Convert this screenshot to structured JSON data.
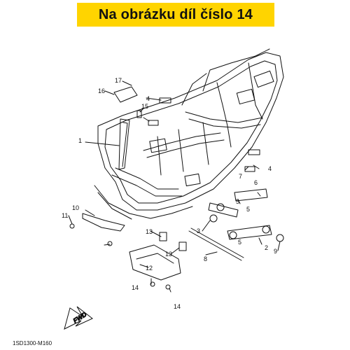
{
  "header": {
    "title": "Na obrázku díl číslo 14"
  },
  "footer": {
    "diagram_code": "1SD1300-M160"
  },
  "fwd_arrow": {
    "label": "FWD"
  },
  "callouts": [
    {
      "id": "c1",
      "text": "1"
    },
    {
      "id": "c2",
      "text": "2"
    },
    {
      "id": "c3",
      "text": "3"
    },
    {
      "id": "c4a",
      "text": "4"
    },
    {
      "id": "c4b",
      "text": "4"
    },
    {
      "id": "c5a",
      "text": "5"
    },
    {
      "id": "c5b",
      "text": "5"
    },
    {
      "id": "c5c",
      "text": "5"
    },
    {
      "id": "c6",
      "text": "6"
    },
    {
      "id": "c7",
      "text": "7"
    },
    {
      "id": "c8",
      "text": "8"
    },
    {
      "id": "c9",
      "text": "9"
    },
    {
      "id": "c10",
      "text": "10"
    },
    {
      "id": "c11",
      "text": "11"
    },
    {
      "id": "c12",
      "text": "12"
    },
    {
      "id": "c13a",
      "text": "13"
    },
    {
      "id": "c13b",
      "text": "13"
    },
    {
      "id": "c14a",
      "text": "14"
    },
    {
      "id": "c14b",
      "text": "14"
    },
    {
      "id": "c15",
      "text": "15"
    },
    {
      "id": "c16",
      "text": "16"
    },
    {
      "id": "c17",
      "text": "17"
    }
  ],
  "colors": {
    "banner": "#ffd400",
    "line": "#111111"
  }
}
